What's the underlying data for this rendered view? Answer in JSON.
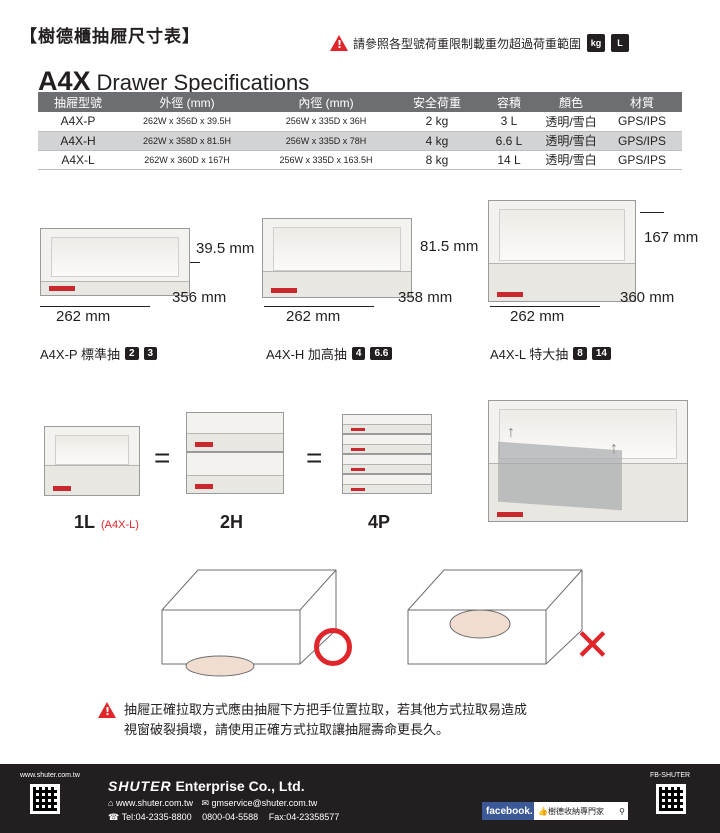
{
  "header": {
    "title": "【樹德櫃抽屜尺寸表】",
    "warning": "請參照各型號荷重限制載重勿超過荷重範圍",
    "icon_weight": "kg",
    "icon_volume": "L"
  },
  "spec": {
    "model": "A4X",
    "subtitle": "Drawer Specifications",
    "headers": [
      "抽屜型號",
      "外徑 (mm)",
      "內徑 (mm)",
      "安全荷重",
      "容積",
      "顏色",
      "材質"
    ],
    "rows": [
      [
        "A4X-P",
        "262W x 356D x 39.5H",
        "256W x 335D x 36H",
        "2 kg",
        "3 L",
        "透明/雪白",
        "GPS/IPS"
      ],
      [
        "A4X-H",
        "262W x 358D x 81.5H",
        "256W x 335D x 78H",
        "4 kg",
        "6.6 L",
        "透明/雪白",
        "GPS/IPS"
      ],
      [
        "A4X-L",
        "262W x 360D x 167H",
        "256W x 335D x 163.5H",
        "8 kg",
        "14 L",
        "透明/雪白",
        "GPS/IPS"
      ]
    ]
  },
  "drawers": [
    {
      "height": "39.5 mm",
      "depth": "356 mm",
      "width": "262 mm",
      "label": "A4X-P 標準抽",
      "kg": "2",
      "liters": "3"
    },
    {
      "height": "81.5 mm",
      "depth": "358 mm",
      "width": "262 mm",
      "label": "A4X-H 加高抽",
      "kg": "4",
      "liters": "6.6"
    },
    {
      "height": "167 mm",
      "depth": "360 mm",
      "width": "262 mm",
      "label": "A4X-L 特大抽",
      "kg": "8",
      "liters": "14"
    }
  ],
  "equivalence": {
    "eq_sign": "=",
    "g1": "1L",
    "g1_note": "(A4X-L)",
    "g2": "2H",
    "g3": "4P"
  },
  "usage": {
    "warning_line1": "抽屜正確拉取方式應由抽屜下方把手位置拉取，若其他方式拉取易造成",
    "warning_line2": "視窗破裂損壞，請使用正確方式拉取讓抽屜壽命更長久。"
  },
  "footer": {
    "site_small": "www.shuter.com.tw",
    "brand": "SHUTER",
    "company": "Enterprise Co., Ltd.",
    "web": "www.shuter.com.tw",
    "email": "gmservice@shuter.com.tw",
    "tel": "Tel:04-2335-8800",
    "free": "0800-04-5588",
    "fax": "Fax:04-23358577",
    "fb": "facebook.",
    "fb_page": "樹德收納專門家",
    "fb_label": "FB-SHUTER"
  },
  "colors": {
    "accent": "#e0262b",
    "header_bg": "#6d6e71",
    "footer_bg": "#231f20"
  }
}
